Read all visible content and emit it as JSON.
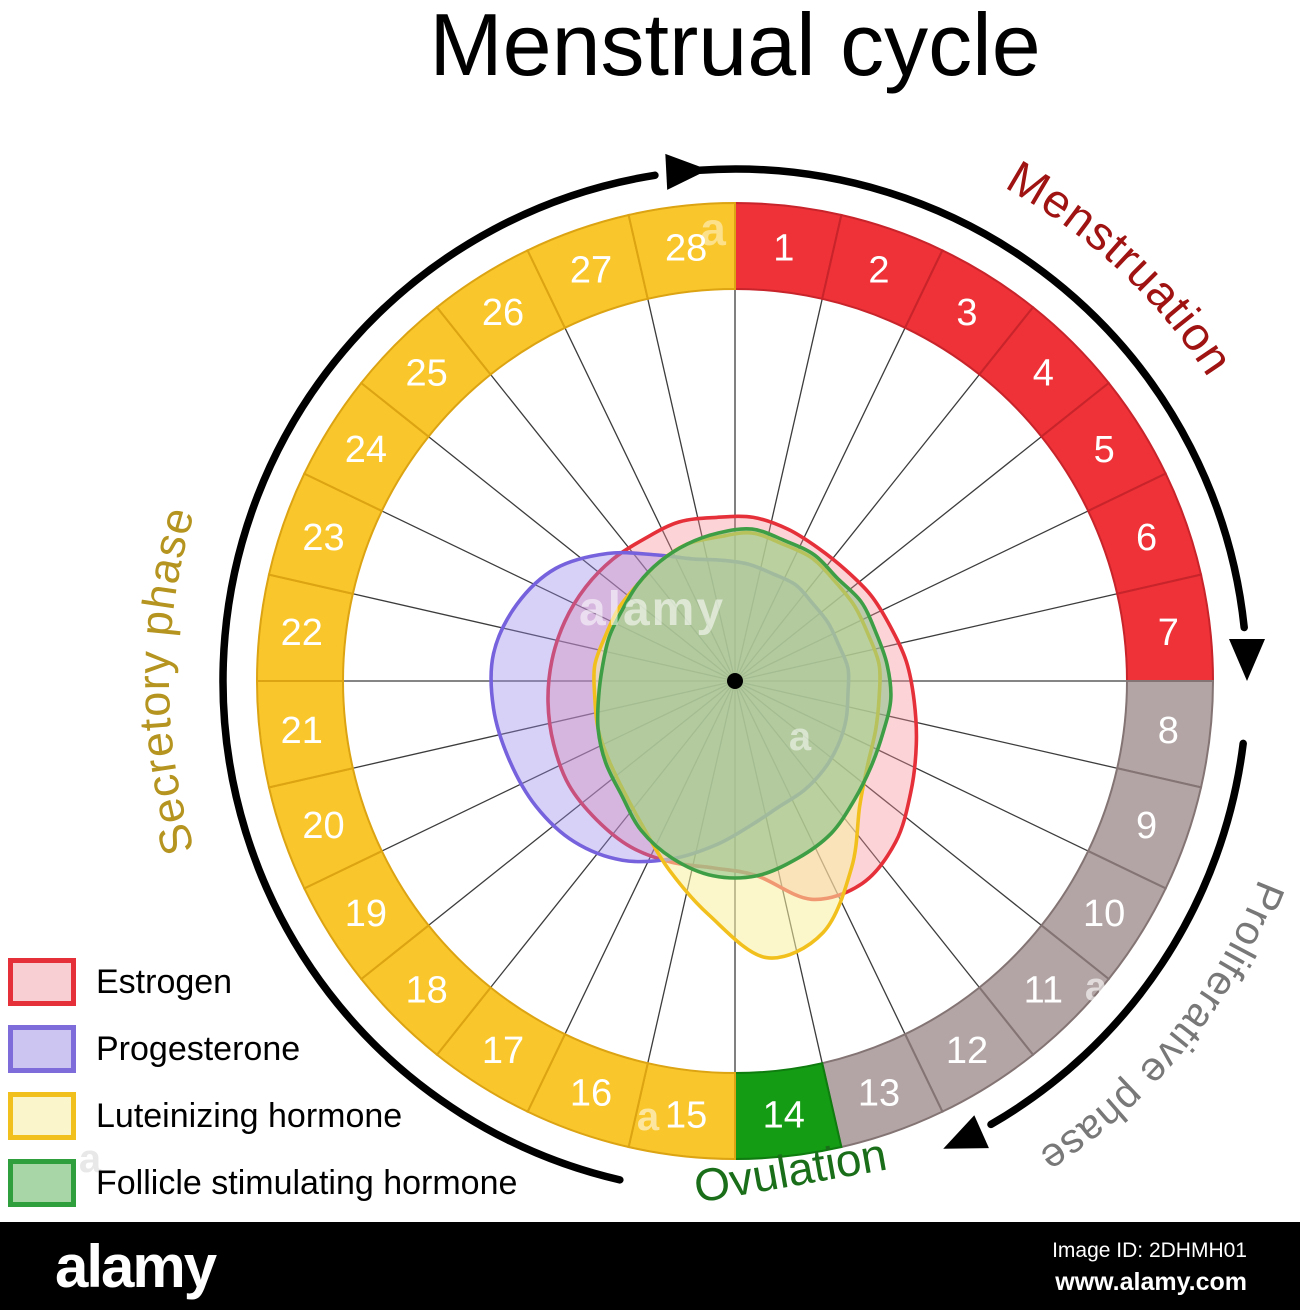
{
  "title": "Menstrual cycle",
  "legend": {
    "items": [
      {
        "label": "Estrogen",
        "fill": "#F8D0D4",
        "border": "#E5303A"
      },
      {
        "label": "Progesterone",
        "fill": "#CDC5F1",
        "border": "#7E6CDA"
      },
      {
        "label": "Luteinizing hormone",
        "fill": "#FBF5CB",
        "border": "#F2C01D"
      },
      {
        "label": "Follicle stimulating hormone",
        "fill": "#A9D6A7",
        "border": "#2F9E3C"
      }
    ]
  },
  "footer": {
    "logo": "alamy",
    "image_id": "Image ID: 2DHMH01",
    "url": "www.alamy.com"
  },
  "watermark": {
    "center_text": "alamy",
    "tiny_mark": "a"
  },
  "chart_data": {
    "type": "radar",
    "subtype": "circular-cycle-diagram",
    "days": 28,
    "day_labels": [
      "1",
      "2",
      "3",
      "4",
      "5",
      "6",
      "7",
      "8",
      "9",
      "10",
      "11",
      "12",
      "13",
      "14",
      "15",
      "16",
      "17",
      "18",
      "19",
      "20",
      "21",
      "22",
      "23",
      "24",
      "25",
      "26",
      "27",
      "28"
    ],
    "direction": "clockwise-from-top",
    "phases": [
      {
        "name": "Menstruation",
        "day_start": 1,
        "day_end": 7,
        "color": "#EE3237",
        "border": "#C8242B",
        "label_color": "#A01313"
      },
      {
        "name": "Proliferative phase",
        "day_start": 8,
        "day_end": 13,
        "color": "#B3A5A5",
        "border": "#847474",
        "label_color": "#787878"
      },
      {
        "name": "Ovulation",
        "day_start": 14,
        "day_end": 14,
        "color": "#149C14",
        "border": "#0E7C0E",
        "label_color": "#1A6E1A"
      },
      {
        "name": "Secretory phase",
        "day_start": 15,
        "day_end": 28,
        "color": "#F9C72B",
        "border": "#DCA312",
        "label_color": "#B5941F"
      }
    ],
    "series": [
      {
        "name": "Estrogen",
        "stroke": "#E5303A",
        "fill": "rgba(246,143,152,0.38)",
        "values": [
          42,
          41,
          40,
          40,
          41,
          42,
          44,
          46,
          49,
          53,
          58,
          61,
          59,
          50,
          48,
          49,
          50,
          50,
          50,
          49,
          48,
          47,
          46,
          45,
          44,
          43,
          43,
          42
        ]
      },
      {
        "name": "Progesterone",
        "stroke": "#7662DC",
        "fill": "rgba(153,135,235,0.38)",
        "values": [
          30,
          29,
          29,
          28,
          28,
          28,
          29,
          29,
          30,
          31,
          32,
          33,
          34,
          37,
          42,
          48,
          54,
          58,
          60,
          61,
          62,
          62,
          59,
          54,
          46,
          38,
          33,
          31
        ]
      },
      {
        "name": "Luteinizing hormone",
        "stroke": "#F2C01D",
        "fill": "rgba(250,238,160,0.55)",
        "values": [
          38,
          37,
          37,
          36,
          36,
          36,
          37,
          37,
          38,
          40,
          45,
          56,
          68,
          71,
          60,
          51,
          44,
          40,
          38,
          37,
          36,
          36,
          35,
          35,
          35,
          36,
          37,
          37
        ]
      },
      {
        "name": "Follicle stimulating hormone",
        "stroke": "#3E9E46",
        "fill": "rgba(139,195,138,0.58)",
        "values": [
          39,
          38,
          38,
          37,
          38,
          38,
          39,
          40,
          40,
          41,
          43,
          46,
          48,
          50,
          50,
          48,
          45,
          41,
          39,
          37,
          35,
          34,
          34,
          34,
          35,
          36,
          37,
          38
        ]
      }
    ],
    "values_scale": "percent of inner-ring radius (visual estimate, no numeric axis shown)",
    "grid": "28 radial spokes, no circular gridlines",
    "legend_position": "bottom-left"
  }
}
